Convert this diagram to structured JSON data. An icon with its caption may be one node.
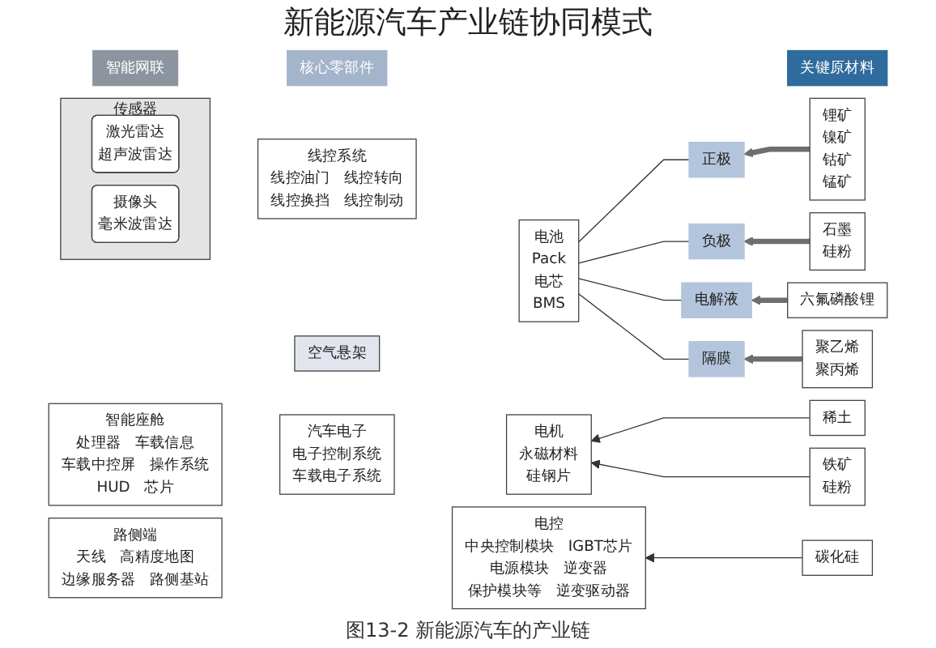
{
  "diagram": {
    "title": "新能源汽车产业链协同模式",
    "caption": "图13-2 新能源汽车的产业链",
    "nodes": [
      {
        "text": [
          "智能网联"
        ]
      },
      {
        "text": [
          "核心零部件"
        ]
      },
      {
        "text": [
          "关键原材料"
        ]
      },
      {
        "text": [
          "传感器"
        ]
      },
      {
        "text": [
          "激光雷达",
          "超声波雷达"
        ],
        "in": 3
      },
      {
        "text": [
          "摄像头",
          "毫米波雷达"
        ],
        "in": 3
      },
      {
        "text": [
          "智能座舱",
          "处理器",
          "车载信息",
          "车载中控屏",
          "操作系统",
          "HUD",
          "芯片"
        ]
      },
      {
        "text": [
          "路侧端",
          "天线",
          "高精度地图",
          "边缘服务器",
          "路侧基站"
        ]
      },
      {
        "text": [
          "线控系统",
          "线控油门",
          "线控转向",
          "线控换挡",
          "线控制动"
        ]
      },
      {
        "text": [
          "电池",
          "Pack",
          "电芯",
          "BMS"
        ]
      },
      {
        "text": [
          "空气悬架"
        ]
      },
      {
        "text": [
          "汽车电子",
          "电子控制系统",
          "车载电子系统"
        ]
      },
      {
        "text": [
          "电机",
          "永磁材料",
          "硅钢片"
        ]
      },
      {
        "text": [
          "电控",
          "中央控制模块",
          "IGBT芯片",
          "电源模块",
          "逆变器",
          "保护模块等",
          "逆变驱动器"
        ]
      },
      {
        "text": [
          "正极"
        ]
      },
      {
        "text": [
          "负极"
        ]
      },
      {
        "text": [
          "电解液"
        ]
      },
      {
        "text": [
          "隔膜"
        ]
      },
      {
        "text": [
          "锂矿",
          "镍矿",
          "钴矿",
          "锰矿"
        ]
      },
      {
        "text": [
          "石墨",
          "硅粉"
        ]
      },
      {
        "text": [
          "六氟磷酸锂"
        ]
      },
      {
        "text": [
          "聚乙烯",
          "聚丙烯"
        ]
      },
      {
        "text": [
          "稀土"
        ]
      },
      {
        "text": [
          "铁矿",
          "硅粉"
        ]
      },
      {
        "text": [
          "碳化硅"
        ]
      }
    ],
    "edges": [
      {
        "from": 18,
        "to": 14,
        "arrow": "to",
        "style": "thick",
        "color": "#6e6e6e"
      },
      {
        "from": 19,
        "to": 15,
        "arrow": "to",
        "style": "thick",
        "color": "#6e6e6e"
      },
      {
        "from": 20,
        "to": 16,
        "arrow": "to",
        "style": "thick",
        "color": "#6e6e6e"
      },
      {
        "from": 21,
        "to": 17,
        "arrow": "to",
        "style": "thick",
        "color": "#6e6e6e"
      },
      {
        "from": 14,
        "to": 9,
        "arrow": "none"
      },
      {
        "from": 15,
        "to": 9,
        "arrow": "none"
      },
      {
        "from": 16,
        "to": 9,
        "arrow": "none"
      },
      {
        "from": 17,
        "to": 9,
        "arrow": "none"
      },
      {
        "from": 22,
        "to": 12,
        "arrow": "to"
      },
      {
        "from": 23,
        "to": 12,
        "arrow": "to"
      },
      {
        "from": 24,
        "to": 13,
        "arrow": "to"
      }
    ]
  }
}
